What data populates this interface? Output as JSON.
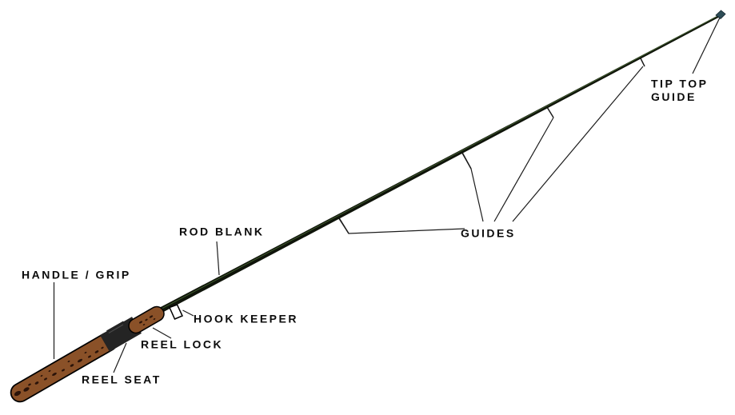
{
  "diagram": {
    "labels": {
      "handle_grip": "HANDLE / GRIP",
      "rod_blank": "ROD BLANK",
      "hook_keeper": "HOOK KEEPER",
      "reel_lock": "REEL LOCK",
      "reel_seat": "REEL SEAT",
      "guides": "GUIDES",
      "tip_top_line1": "TIP TOP",
      "tip_top_line2": "GUIDE"
    },
    "colors": {
      "bg": "#ffffff",
      "label": "#0b0b0b",
      "pointer": "#1c1c1c",
      "rod_blank": "#0f140a",
      "rod_highlight": "#3f5a2d",
      "cork": "#8a5128",
      "cork_speckle": "#2a1309",
      "reel_seat": "#242424",
      "reel_seat_highlight": "#4a4a4a",
      "tip_top": "#2e4d57"
    }
  }
}
